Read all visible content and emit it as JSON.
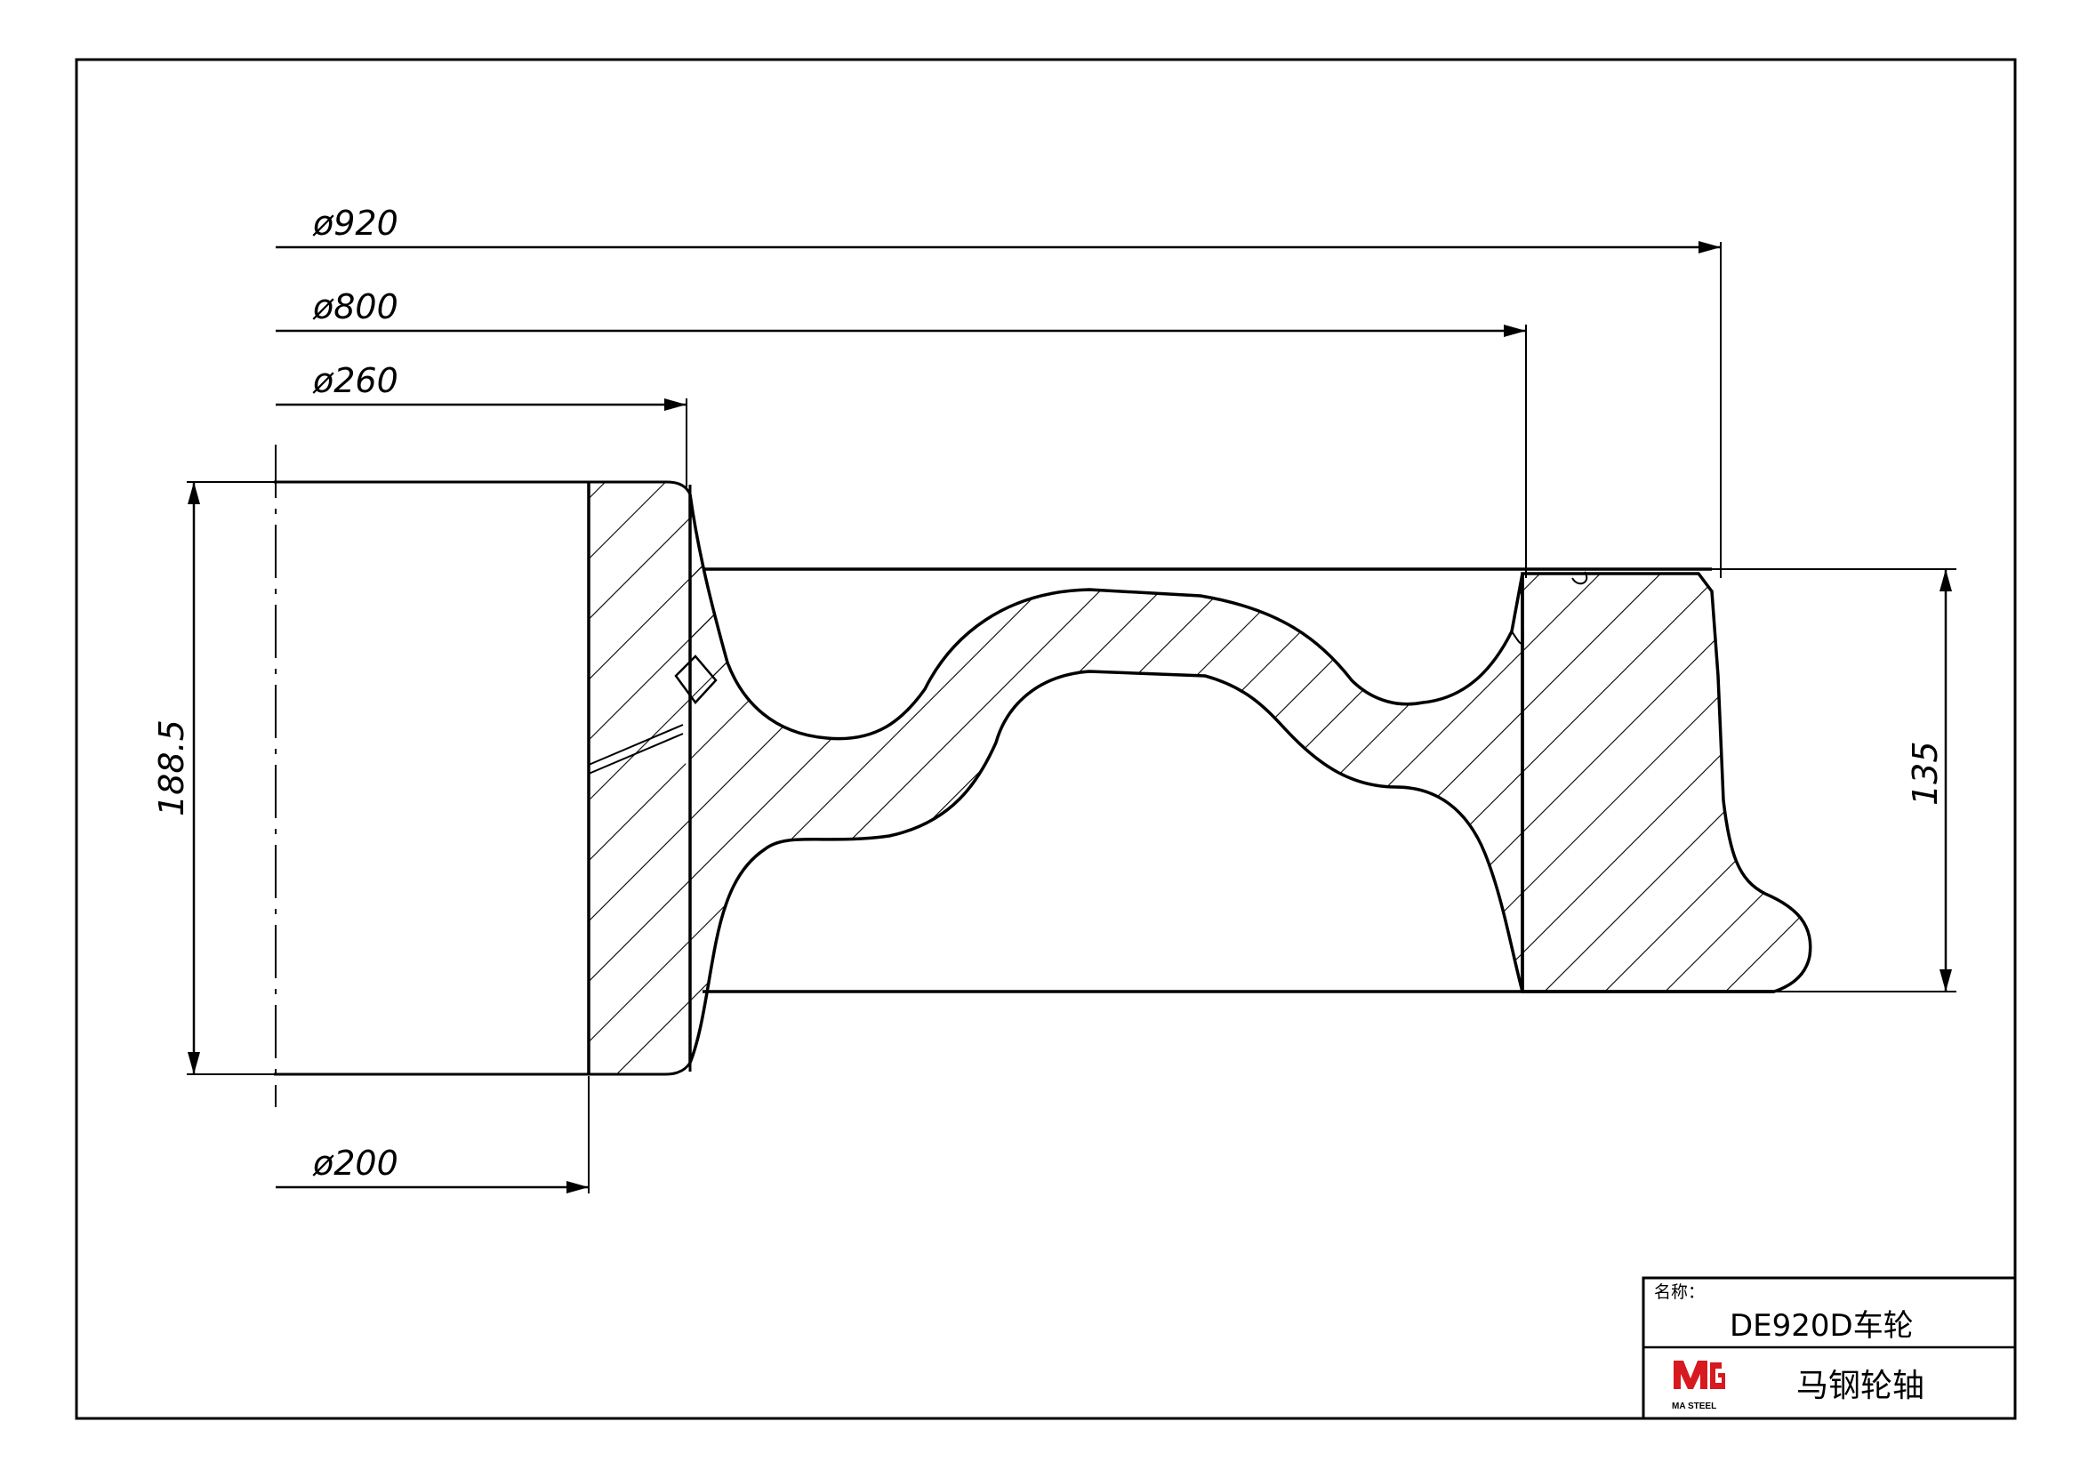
{
  "drawing": {
    "dimensions": {
      "d920": "ø920",
      "d800": "ø800",
      "d260": "ø260",
      "d200": "ø200",
      "h188": "188.5",
      "h135": "135"
    }
  },
  "title_block": {
    "name_label": "名称：",
    "part_name": "DE920D车轮",
    "company": "马钢轮轴",
    "logo_text": "MA STEEL"
  },
  "colors": {
    "line": "#000000",
    "logo_red": "#d71920",
    "background": "#ffffff"
  }
}
